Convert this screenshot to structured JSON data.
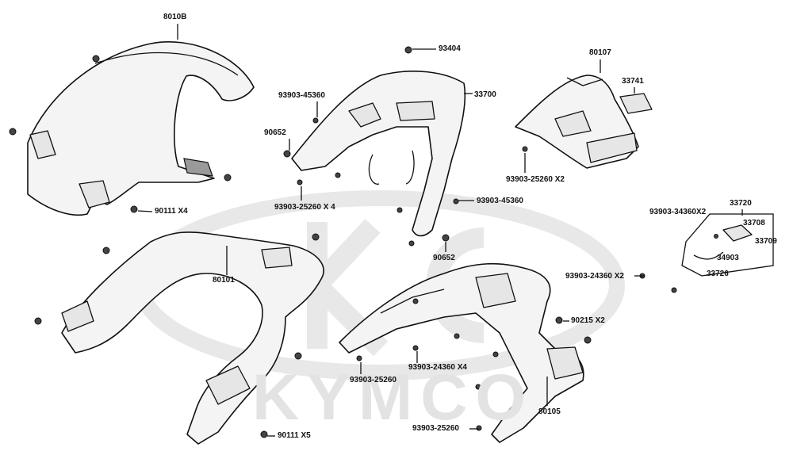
{
  "watermark": "KYMCO",
  "labels": {
    "p8010b": "8010B",
    "p90111x4": "90111  X4",
    "p93404": "93404",
    "p93903_45360a": "93903-45360",
    "p33700": "33700",
    "p90652a": "90652",
    "p93903_25260x4": "93903-25260 X 4",
    "p93903_45360b": "93903-45360",
    "p90652b": "90652",
    "p80107": "80107",
    "p33741": "33741",
    "p93903_25260x2": "93903-25260 X2",
    "p33720": "33720",
    "p93903_34360x2": "93903-34360X2",
    "p33708": "33708",
    "p33709": "33709",
    "p34903": "34903",
    "p33726": "33726",
    "p93903_24360x2": "93903-24360 X2",
    "p90215x2": "90215  X2",
    "p80101": "80101",
    "p93903_25260a": "93903-25260",
    "p93903_24360x4": "93903-24360 X4",
    "p80105": "80105",
    "p93903_25260b": "93903-25260",
    "p90111x5": "90111  X5"
  }
}
